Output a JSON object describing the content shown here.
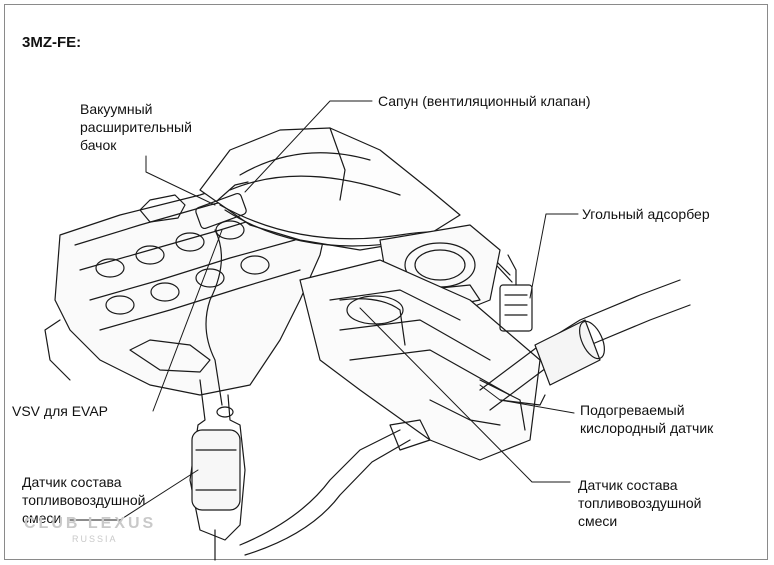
{
  "title": "3MZ-FE:",
  "labels": {
    "vacuum_tank": "Вакуумный\nрасширительный\nбачок",
    "breather": "Сапун (вентиляционный клапан)",
    "charcoal_canister": "Угольный адсорбер",
    "vsv_evap": "VSV для EVAP",
    "heated_o2_sensor": "Подогреваемый\nкислородный датчик",
    "af_sensor_left": "Датчик состава\nтопливовоздушной\nсмеси",
    "af_sensor_right": "Датчик состава\nтопливовоздушной\nсмеси"
  },
  "watermark": {
    "text": "CLUB LEXUS",
    "sub": "RUSSIA"
  }
}
